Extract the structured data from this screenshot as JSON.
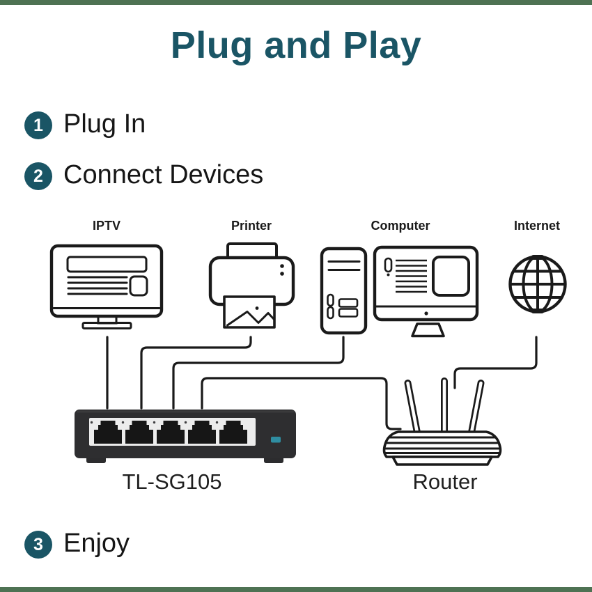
{
  "page": {
    "title": "Plug and Play",
    "accent_color": "#1a5565",
    "edge_bar_color": "#4e7253"
  },
  "steps": [
    {
      "number": "1",
      "label": "Plug In"
    },
    {
      "number": "2",
      "label": "Connect Devices"
    },
    {
      "number": "3",
      "label": "Enjoy"
    }
  ],
  "diagram": {
    "devices": [
      {
        "id": "iptv",
        "label": "IPTV"
      },
      {
        "id": "printer",
        "label": "Printer"
      },
      {
        "id": "computer",
        "label": "Computer"
      },
      {
        "id": "internet",
        "label": "Internet"
      }
    ],
    "switch": {
      "label": "TL-SG105",
      "port_count": 5,
      "led_color": "#2f8da1"
    },
    "router": {
      "label": "Router",
      "antenna_count": 3
    }
  }
}
